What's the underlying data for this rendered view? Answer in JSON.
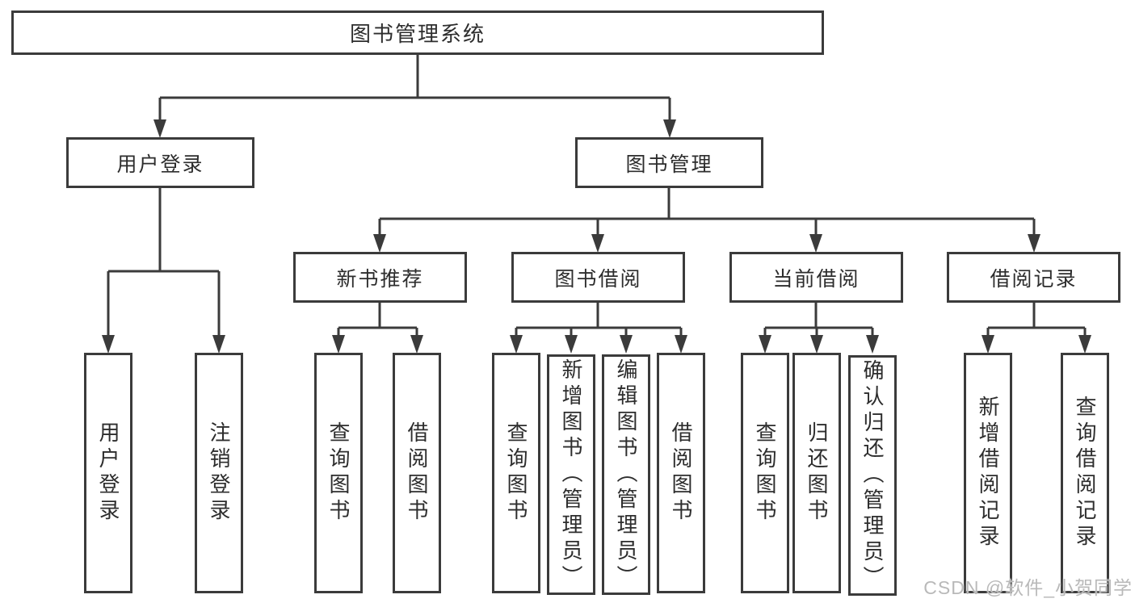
{
  "page": {
    "background": "#ffffff"
  },
  "colors": {
    "line": "#3b3b3b",
    "box_border": "#3b3b3b",
    "text": "#2d2d2d",
    "watermark": "#b9b9b9"
  },
  "diagram": {
    "root": {
      "label": "图书管理系统"
    },
    "branches": [
      {
        "label": "用户登录",
        "children": [
          {
            "label": "用户登录"
          },
          {
            "label": "注销登录"
          }
        ]
      },
      {
        "label": "图书管理",
        "children": [
          {
            "label": "新书推荐",
            "children": [
              {
                "label": "查询图书"
              },
              {
                "label": "借阅图书"
              }
            ]
          },
          {
            "label": "图书借阅",
            "children": [
              {
                "label": "查询图书"
              },
              {
                "label": "新增图书（管理员）"
              },
              {
                "label": "编辑图书（管理员）"
              },
              {
                "label": "借阅图书"
              }
            ]
          },
          {
            "label": "当前借阅",
            "children": [
              {
                "label": "查询图书"
              },
              {
                "label": "归还图书"
              },
              {
                "label": "确认归还（管理员）"
              }
            ]
          },
          {
            "label": "借阅记录",
            "children": [
              {
                "label": "新增借阅记录"
              },
              {
                "label": "查询借阅记录"
              }
            ]
          }
        ]
      }
    ]
  },
  "watermark": {
    "text": "CSDN @软件_小贺同学"
  }
}
